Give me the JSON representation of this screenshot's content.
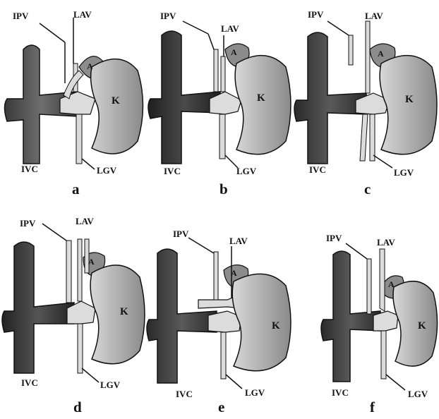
{
  "colors": {
    "ivc_dark": "#2f2f2f",
    "ivc_mid": "#6a6a6a",
    "kidney": "#a9a9a9",
    "adrenal": "#8c8c8c",
    "vessel_fill": "#dcdcdc",
    "outline": "#111111"
  },
  "labels": {
    "ipv": "IPV",
    "lav": "LAV",
    "ivc": "IVC",
    "lgv": "LGV",
    "adrenal": "A",
    "kidney": "K"
  },
  "panels": [
    {
      "id": "a",
      "label": "a",
      "variant": "common-trunk-adrenal-and-gonadal"
    },
    {
      "id": "b",
      "label": "b",
      "variant": "separate-lav-single-lgv"
    },
    {
      "id": "c",
      "label": "c",
      "variant": "double-lgv"
    },
    {
      "id": "d",
      "label": "d",
      "variant": "double-lav-with-ipv"
    },
    {
      "id": "e",
      "label": "e",
      "variant": "lav-into-ipv"
    },
    {
      "id": "f",
      "label": "f",
      "variant": "lav-to-renal-vein"
    }
  ]
}
